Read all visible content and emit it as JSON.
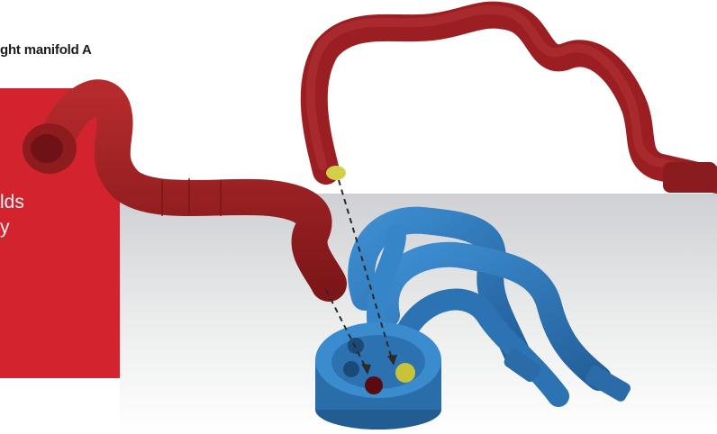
{
  "caption": {
    "text": "ght manifold A"
  },
  "panel": {
    "line1": "lds",
    "line2": "y"
  },
  "colors": {
    "red_panel": "#d2232e",
    "red_manifold": "#9b1f22",
    "blue_manifold": "#2f7cc0",
    "yellow_port": "#c9c33a",
    "dark_red_port": "#5a0b10"
  },
  "icons": [
    "red-manifold-left",
    "red-manifold-right",
    "blue-manifold-assembly",
    "dashed-alignment-arrows"
  ]
}
